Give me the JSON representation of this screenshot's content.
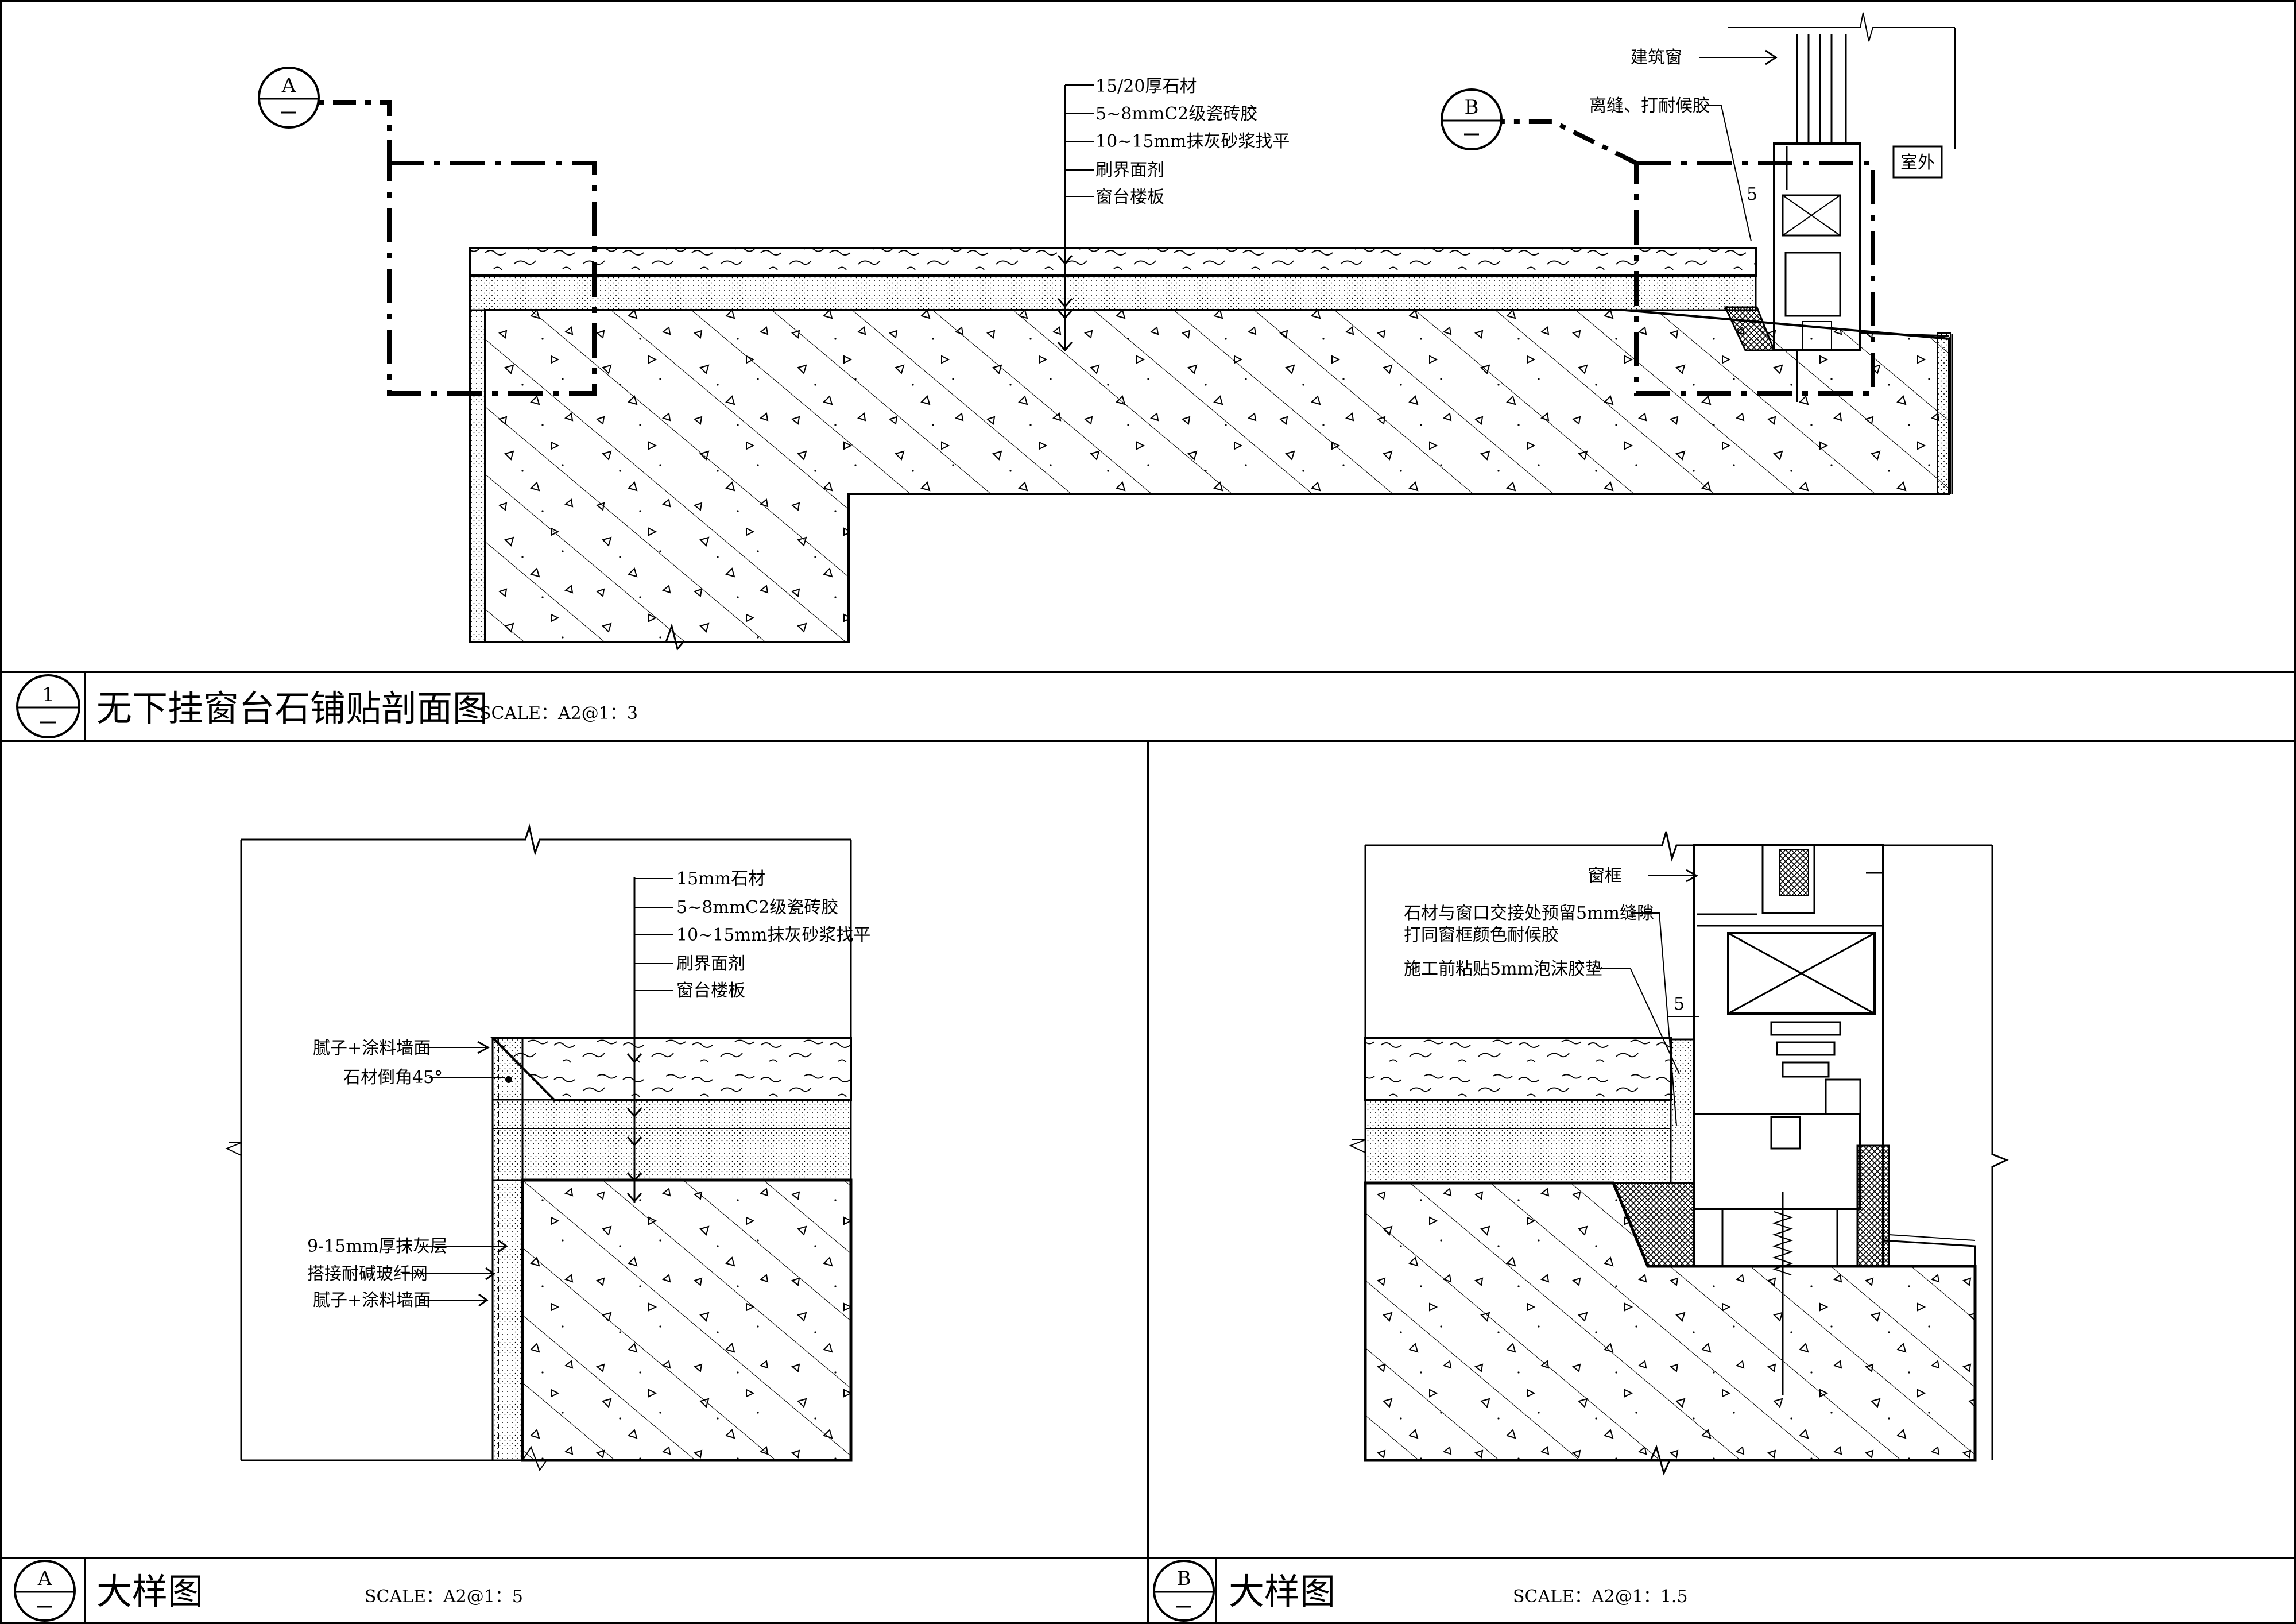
{
  "views": {
    "main": {
      "number": "1",
      "title": "无下挂窗台石铺贴剖面图",
      "scale": "SCALE：A2@1：3",
      "callout_a": "A",
      "callout_b": "B",
      "layers": [
        "15/20厚石材",
        "5~8mmC2级瓷砖胶",
        "10~15mm抹灰砂浆找平",
        "刷界面剂",
        "窗台楼板"
      ],
      "window_labels": [
        "建筑窗",
        "离缝、打耐候胶"
      ],
      "outdoor_label": "室外",
      "gap_dim": "5"
    },
    "detail_a": {
      "letter": "A",
      "title": "大样图",
      "scale": "SCALE：A2@1：5",
      "layers": [
        "15mm石材",
        "5~8mmC2级瓷砖胶",
        "10~15mm抹灰砂浆找平",
        "刷界面剂",
        "窗台楼板"
      ],
      "left_labels": [
        "腻子+涂料墙面",
        "石材倒角45°",
        "9-15mm厚抹灰层",
        "搭接耐碱玻纤网",
        "腻子+涂料墙面"
      ]
    },
    "detail_b": {
      "letter": "B",
      "title": "大样图",
      "scale": "SCALE：A2@1：1.5",
      "labels": [
        "窗框",
        "石材与窗口交接处预留5mm缝隙",
        "打同窗框颜色耐候胶",
        "施工前粘贴5mm泡沫胶垫"
      ],
      "gap_dim": "5"
    }
  }
}
